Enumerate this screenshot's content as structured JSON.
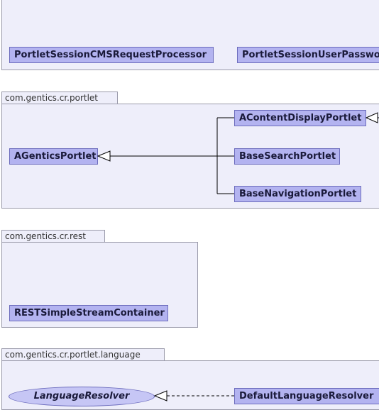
{
  "packages": [
    {
      "name": "",
      "classes": [
        "PortletSessionCMSRequestProcessor",
        "PortletSessionUserPassword"
      ]
    },
    {
      "name": "com.gentics.cr.portlet",
      "classes": [
        "AGenticsPortlet",
        "AContentDisplayPortlet",
        "BaseSearchPortlet",
        "BaseNavigationPortlet"
      ]
    },
    {
      "name": "com.gentics.cr.rest",
      "classes": [
        "RESTSimpleStreamContainer"
      ]
    },
    {
      "name": "com.gentics.cr.portlet.language",
      "interfaces": [
        "LanguageResolver"
      ],
      "classes": [
        "DefaultLanguageResolver"
      ]
    }
  ],
  "colors": {
    "package_fill": "#eeeefa",
    "class_fill": "#b3b3f0",
    "class_border": "#6d6dbd"
  }
}
